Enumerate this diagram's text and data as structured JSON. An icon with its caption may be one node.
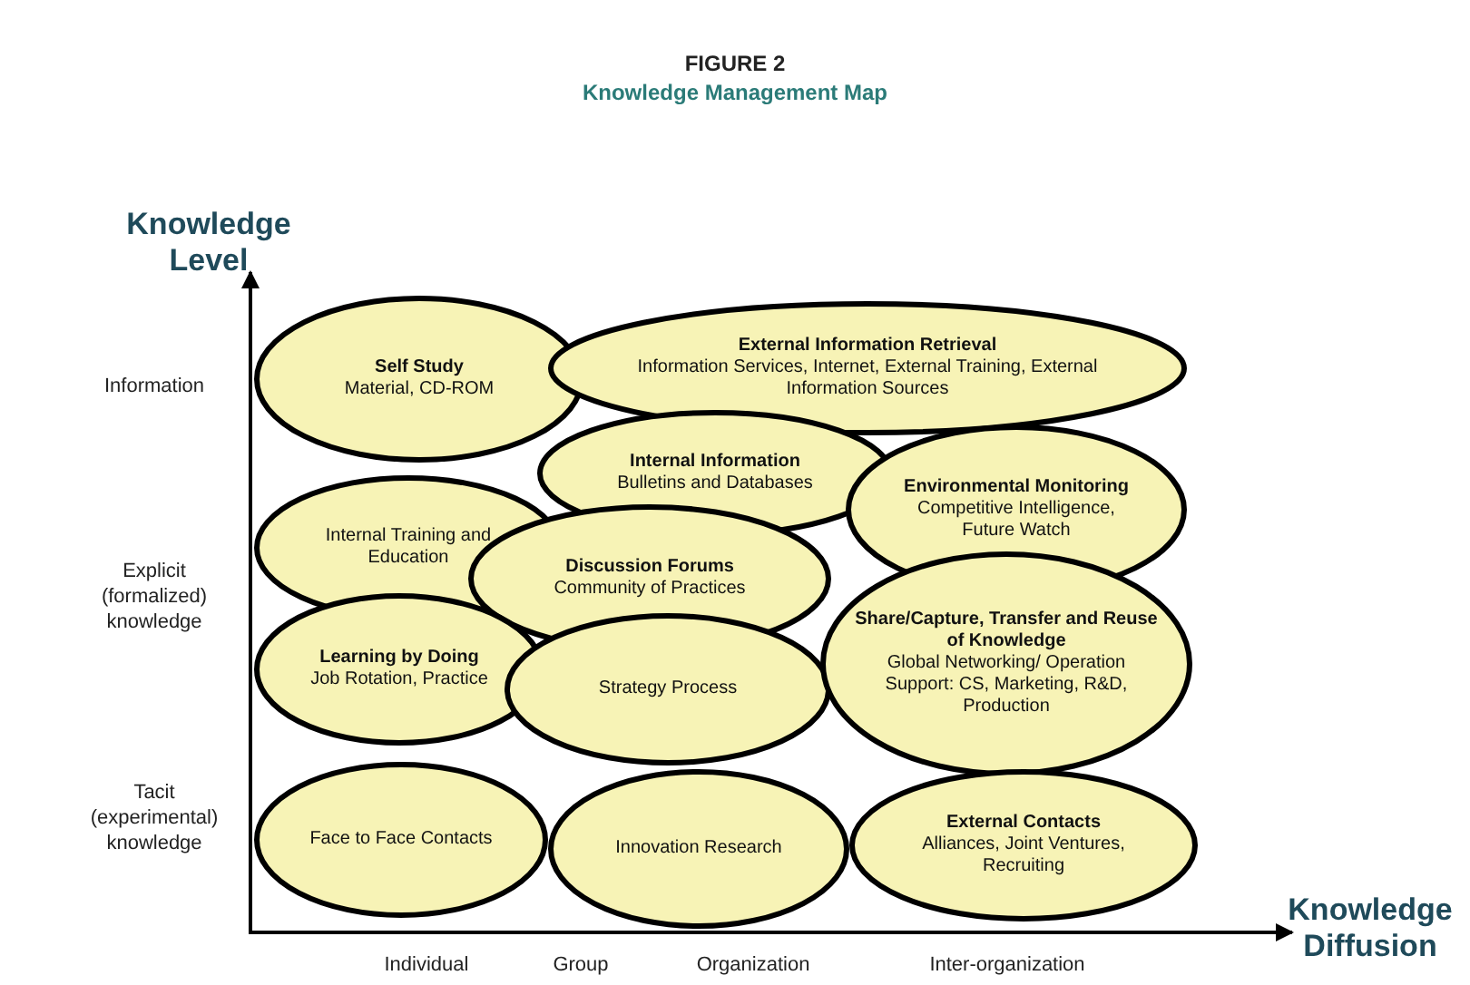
{
  "diagram": {
    "title": "FIGURE 2",
    "nodes": [
      {
        "text": [
          "Self Study",
          "Material, CD-ROM"
        ]
      },
      {
        "text": [
          "External Information Retrieval",
          "Information Services, Internet, External Training, External Information Sources"
        ]
      },
      {
        "text": [
          "Internal Information",
          "Bulletins and Databases"
        ]
      },
      {
        "text": [
          "Environmental Monitoring",
          "Competitive Intelligence, Future Watch"
        ]
      },
      {
        "text": [
          "Internal Training and Education"
        ]
      },
      {
        "text": [
          "Discussion Forums",
          "Community of Practices"
        ]
      },
      {
        "text": [
          "Learning by Doing",
          "Job Rotation, Practice"
        ]
      },
      {
        "text": [
          "Strategy Process"
        ]
      },
      {
        "text": [
          "Share/Capture, Transfer and Reuse of Knowledge",
          "Global Networking/ Operation Support: CS, Marketing, R&D, Production"
        ]
      },
      {
        "text": [
          "Face to Face Contacts"
        ]
      },
      {
        "text": [
          "Innovation Research"
        ]
      },
      {
        "text": [
          "External Contacts",
          "Alliances, Joint Ventures, Recruiting"
        ]
      }
    ],
    "edges": [],
    "labels": [
      "Knowledge Management Map",
      "Knowledge Level",
      "Information",
      "Explicit (formalized) knowledge",
      "Tacit (experimental) knowledge",
      "Knowledge Diffusion",
      "Individual",
      "Group",
      "Organization",
      "Inter-organization"
    ]
  }
}
